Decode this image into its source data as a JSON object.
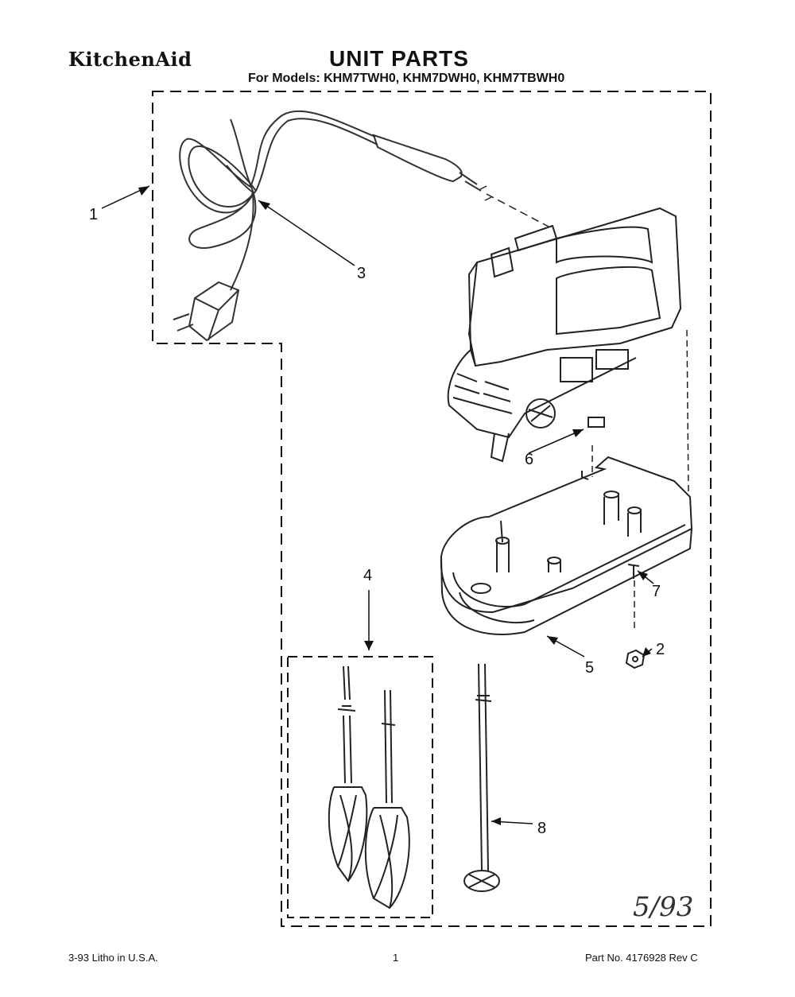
{
  "header": {
    "brand": "KitchenAid",
    "title": "UNIT PARTS",
    "subtitle": "For Models: KHM7TWH0, KHM7DWH0, KHM7TBWH0"
  },
  "callouts": [
    "1",
    "2",
    "3",
    "4",
    "5",
    "6",
    "7",
    "8"
  ],
  "annotation": "5/93",
  "footer": {
    "litho": "3-93  Litho in U.S.A.",
    "page": "1",
    "part_no": "Part No. 4176928 Rev C"
  }
}
